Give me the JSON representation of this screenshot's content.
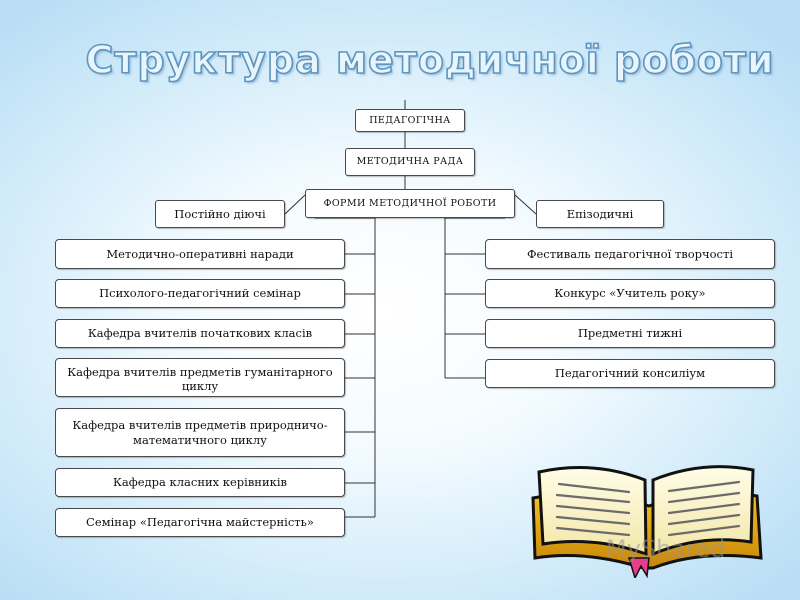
{
  "title": "Структура  методичної  роботи",
  "top": {
    "ped": "ПЕДАГОГІЧНА",
    "met": "МЕТОДИЧНА  РАДА",
    "forms": "ФОРМИ  МЕТОДИЧНОЇ  РОБОТИ"
  },
  "left": {
    "header": "Постійно діючі",
    "items": [
      "Методично-оперативні наради",
      "Психолого-педагогічний семінар",
      "Кафедра вчителів початкових класів",
      "Кафедра вчителів предметів гуманітарного циклу",
      "Кафедра вчителів предметів природничо-математичного циклу",
      "Кафедра класних керівників",
      "Семінар «Педагогічна майстерність»"
    ]
  },
  "right": {
    "header": "Епізодичні",
    "items": [
      "Фестиваль педагогічної творчості",
      "Конкурс «Учитель року»",
      "Предметні тижні",
      "Педагогічний консиліум"
    ]
  },
  "watermark": "MyShared"
}
